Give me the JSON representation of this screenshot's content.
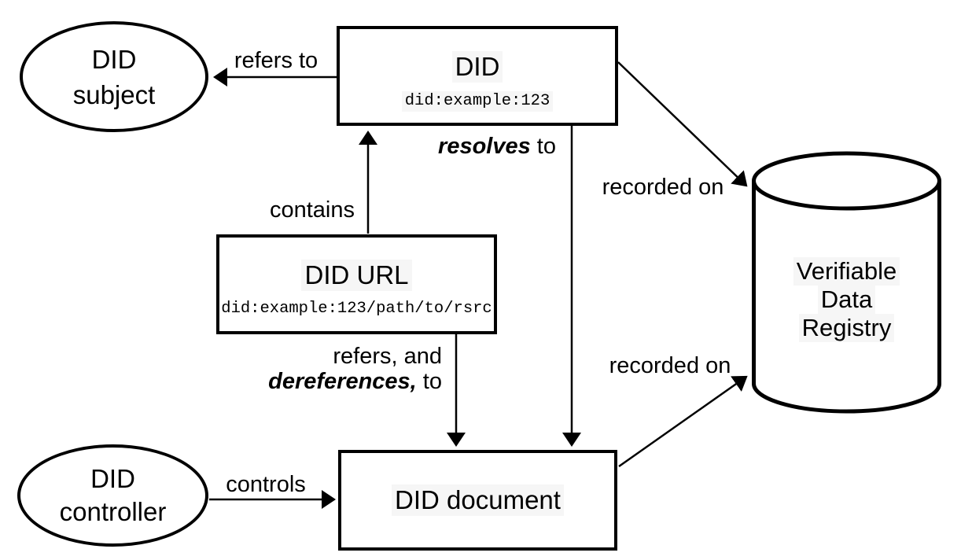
{
  "nodes": {
    "did_subject": {
      "line1": "DID",
      "line2": "subject"
    },
    "did": {
      "title": "DID",
      "identifier": "did:example:123"
    },
    "did_url": {
      "title": "DID URL",
      "identifier": "did:example:123/path/to/rsrc"
    },
    "did_controller": {
      "line1": "DID",
      "line2": "controller"
    },
    "did_document": {
      "title": "DID document"
    },
    "verifiable_data_registry": {
      "line1": "Verifiable",
      "line2": "Data",
      "line3": "Registry"
    }
  },
  "edges": {
    "refers_to": "refers to",
    "contains": "contains",
    "resolves_to": {
      "emphasis": "resolves",
      "suffix": " to"
    },
    "dereferences_to": {
      "line1": "refers, and",
      "emphasis": "dereferences,",
      "suffix": " to"
    },
    "controls": "controls",
    "recorded_on_top": "recorded on",
    "recorded_on_bottom": "recorded on"
  },
  "colors": {
    "line": "#000000",
    "background": "#ffffff",
    "text_highlight": "#f6f6f6"
  }
}
